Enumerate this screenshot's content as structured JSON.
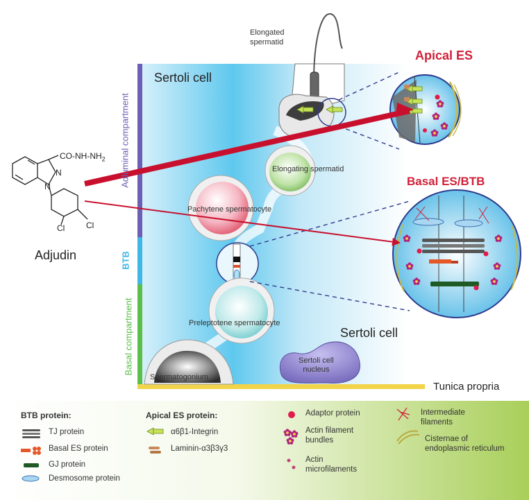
{
  "figure": {
    "sertoli_top_label": "Sertoli cell",
    "sertoli_bottom_label": "Sertoli cell",
    "elongated_spermatid_label": "Elongated\nspermatid",
    "elongating_spermatid_label": "Elongating spermatid",
    "pachytene_label": "Pachytene spermatocyte",
    "preleptotene_label": "Preleptotene spermatocyte",
    "spermatogonium_label": "Spermatogonium",
    "sertoli_nucleus_label": "Sertoli cell\nnucleus",
    "tunica_label": "Tunica propria",
    "apical_es_title": "Apical ES",
    "basal_es_title": "Basal ES/BTB",
    "compartments": {
      "adluminal": "Adluminal compartment",
      "btb": "BTB",
      "basal": "Basal compartment"
    },
    "drug": {
      "name": "Adjudin",
      "group": "CO-NH-NH",
      "group_sub": "2",
      "n1": "N",
      "n2": "N",
      "cl1": "Cl",
      "cl2": "Cl"
    }
  },
  "legend": {
    "btb_title": "BTB protein:",
    "btb_items": [
      "TJ protein",
      "Basal ES protein",
      "GJ protein",
      "Desmosome protein"
    ],
    "apical_title": "Apical ES protein:",
    "apical_items": [
      "α6β1-Integrin",
      "Laminin-α3β3γ3"
    ],
    "misc_items": [
      "Adaptor protein",
      "Actin filament\nbundles",
      "Actin\nmicrofilaments"
    ],
    "right_items": [
      "Intermediate\nfilaments",
      "Cisternae of\nendoplasmic reticulum"
    ]
  },
  "colors": {
    "adluminal_bar": "#6d5fb3",
    "btb_bar": "#3fb8e6",
    "basal_bar": "#5bbf4a",
    "title_red": "#d0213a",
    "arrow_red": "#c8102e",
    "tunica_yellow": "#f2d44a",
    "legend_green": "#b5d56a"
  }
}
